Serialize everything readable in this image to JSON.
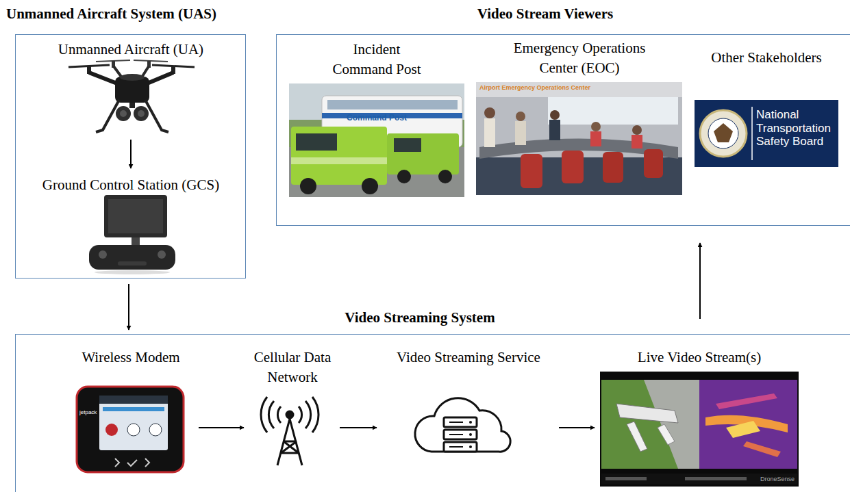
{
  "diagram": {
    "nodes": [
      {
        "text": [
          "Unmanned Aircraft System (UAS)"
        ]
      },
      {
        "text": [
          "Unmanned Aircraft (UA)"
        ],
        "in": 0
      },
      {
        "text": [
          "Ground Control Station (GCS)"
        ],
        "in": 0
      },
      {
        "text": [
          "Video Stream Viewers"
        ]
      },
      {
        "text": [
          "Incident Command Post"
        ],
        "in": 3
      },
      {
        "text": [
          "Emergency Operations Center (EOC)"
        ],
        "in": 3
      },
      {
        "text": [
          "Other Stakeholders"
        ],
        "in": 3
      },
      {
        "text": [
          "Video Streaming System"
        ]
      },
      {
        "text": [
          "Wireless Modem"
        ],
        "in": 7
      },
      {
        "text": [
          "Cellular Data Network"
        ],
        "in": 7
      },
      {
        "text": [
          "Video Streaming Service"
        ],
        "in": 7
      },
      {
        "text": [
          "Live Video Stream(s)"
        ],
        "in": 7
      }
    ],
    "edges": [
      {
        "from": 1,
        "to": 2,
        "arrow": "to"
      },
      {
        "from": 0,
        "to": 7,
        "arrow": "to"
      },
      {
        "from": 8,
        "to": 9,
        "arrow": "to"
      },
      {
        "from": 9,
        "to": 10,
        "arrow": "to"
      },
      {
        "from": 10,
        "to": 11,
        "arrow": "to"
      },
      {
        "from": 7,
        "to": 3,
        "arrow": "to"
      }
    ],
    "labels": [
      "Command Post",
      "Airport Emergency Operations Center",
      "National Transportation Safety Board",
      "jetpack",
      "DroneSense"
    ]
  }
}
